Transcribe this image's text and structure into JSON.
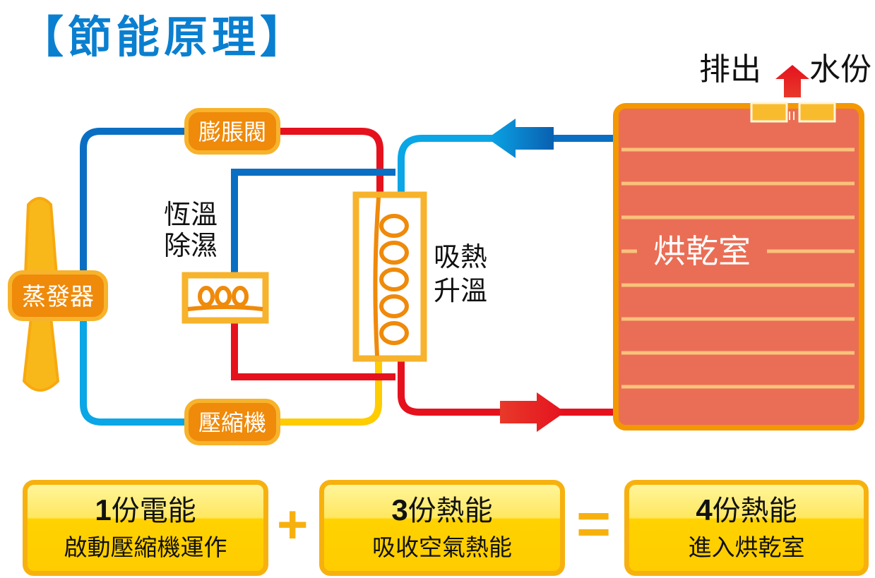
{
  "title": "【節能原理】",
  "colors": {
    "title_blue": "#0a7fd0",
    "pipe_cold": "#0a6fc2",
    "pipe_cold_light": "#0aa6e6",
    "pipe_hot": "#e5121e",
    "pipe_warm": "#ffcc00",
    "component_orange": "#ef8a0a",
    "component_border": "#f7b32b",
    "chamber_fill": "#ea6e55",
    "chamber_border": "#f39800"
  },
  "components": {
    "expansion_valve": "膨脹閥",
    "evaporator": "蒸發器",
    "compressor": "壓縮機",
    "drying_room": "烘乾室"
  },
  "annotations": {
    "dehumidify_line1": "恆溫",
    "dehumidify_line2": "除濕",
    "heat_absorb_line1": "吸熱",
    "heat_absorb_line2": "升溫",
    "exhaust_left": "排出",
    "exhaust_right": "水份"
  },
  "equation": {
    "term1": {
      "number": "1",
      "headline": "份電能",
      "caption": "啟動壓縮機運作"
    },
    "plus": "+",
    "term2": {
      "number": "3",
      "headline": "份熱能",
      "caption": "吸收空氣熱能"
    },
    "equals": "=",
    "result": {
      "number": "4",
      "headline": "份熱能",
      "caption": "進入烘乾室"
    }
  }
}
